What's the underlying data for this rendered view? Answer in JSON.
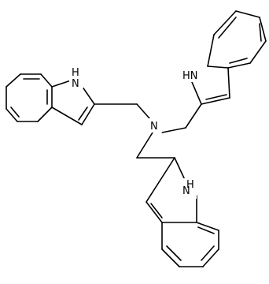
{
  "molecule": {
    "atoms": {
      "central_n": "N",
      "indole_left_nh": "H\nN",
      "indole_top_nh": "HN",
      "indole_bottom_nh": "H\nN"
    },
    "labels": {
      "left_n": "N",
      "left_h": "H",
      "top_nh": "HN",
      "bottom_n": "N",
      "bottom_h": "H",
      "central_n": "N"
    },
    "colors": {
      "bond": "#000000",
      "background": "#ffffff"
    }
  }
}
